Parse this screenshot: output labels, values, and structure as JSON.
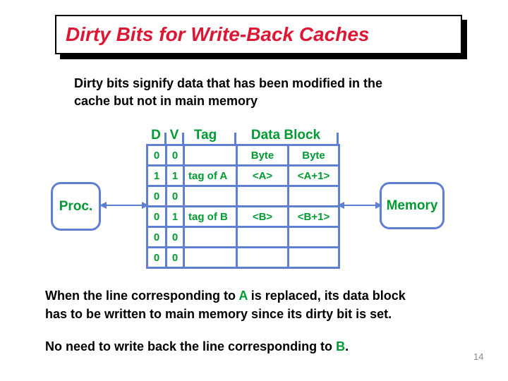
{
  "slide": {
    "title": "Dirty Bits for Write-Back Caches",
    "intro_lines": [
      "Dirty bits signify data that has been modified in the",
      "cache but not in main memory"
    ],
    "page_number": "14"
  },
  "colors": {
    "title_red": "#dc1733",
    "diagram_green": "#009933",
    "diagram_blue": "#5e7fd4",
    "body_black": "#000000",
    "page_number_gray": "#8a8a8a"
  },
  "diagram": {
    "proc_label": "Proc.",
    "memory_label": "Memory",
    "table": {
      "headers": {
        "d": "D",
        "v": "V",
        "tag": "Tag",
        "data_block": "Data Block"
      },
      "rows": [
        [
          "0",
          "0",
          "",
          "Byte",
          "Byte"
        ],
        [
          "1",
          "1",
          "tag of A",
          "<A>",
          "<A+1>"
        ],
        [
          "0",
          "0",
          "",
          "",
          ""
        ],
        [
          "0",
          "1",
          "tag of B",
          "<B>",
          "<B+1>"
        ],
        [
          "0",
          "0",
          "",
          "",
          ""
        ],
        [
          "0",
          "0",
          "",
          "",
          ""
        ]
      ]
    }
  },
  "notes": {
    "when_line": {
      "before": "When the line corresponding to ",
      "highlight": "A",
      "after": " is replaced, its data block",
      "line2": "has to be written to main memory since its dirty bit is set."
    },
    "no_need": {
      "before": "No need to write back the line corresponding to ",
      "highlight": "B",
      "after": "."
    }
  }
}
